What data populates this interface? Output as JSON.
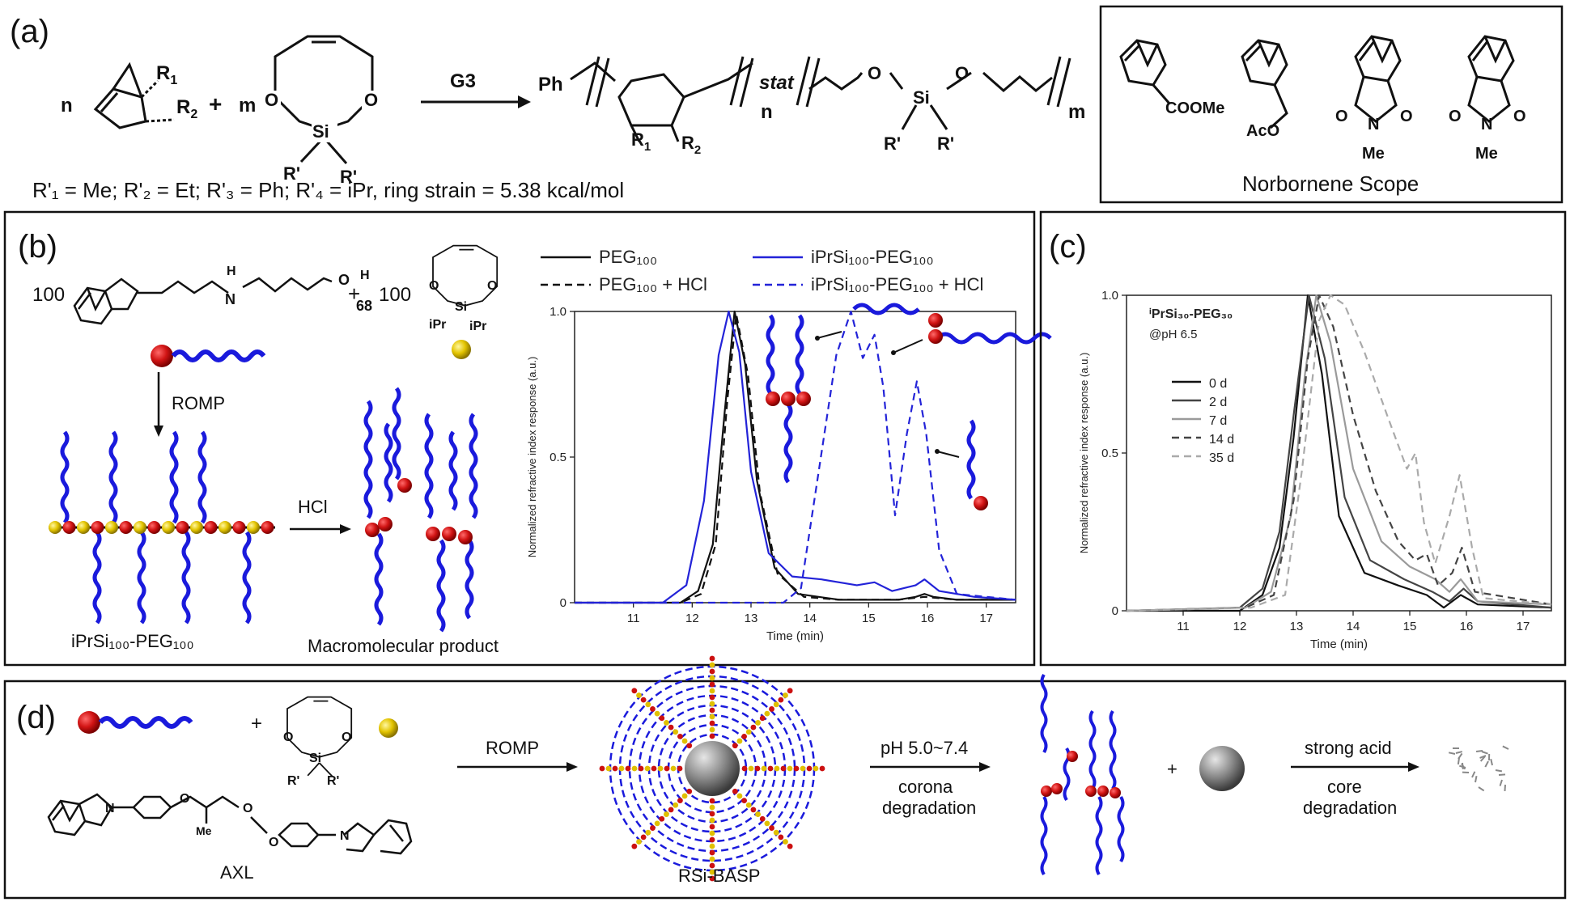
{
  "panels": {
    "a": {
      "label": "(a)",
      "n": "n",
      "m": "m",
      "catalyst": "G3",
      "r1": "R",
      "r1_sub": "1",
      "r2": "R",
      "r2_sub": "2",
      "rp": "R'",
      "si": "Si",
      "o": "O",
      "ph": "Ph",
      "stat": "stat",
      "n_sub": "n",
      "m_sub": "m",
      "footnote": "R'₁ = Me; R'₂ = Et; R'₃ = Ph; R'₄ = iPr, ring strain = 5.38 kcal/mol",
      "scope_title": "Norbornene Scope",
      "scope_labels": [
        "COOMe",
        "AcO",
        "O",
        "N",
        "O",
        "Me",
        "O",
        "N",
        "O",
        "Me"
      ]
    },
    "b": {
      "label": "(b)",
      "coef1": "100",
      "coef2": "100",
      "plus": "+",
      "peg_n": "68",
      "ipr": "iPr",
      "step1": "ROMP",
      "step2": "HCl",
      "polymer_label": "iPrSi₁₀₀-PEG₁₀₀",
      "product_label": "Macromolecular product"
    },
    "c": {
      "label": "(c)"
    },
    "d": {
      "label": "(d)",
      "plus": "+",
      "crosslinker": "AXL",
      "rp": "R'",
      "me": "Me",
      "step1": "ROMP",
      "particle": "RSi-BASP",
      "step2_top": "pH 5.0~7.4",
      "step2_bot1": "corona",
      "step2_bot2": "degradation",
      "step3_top": "strong acid",
      "step3_bot1": "core",
      "step3_bot2": "degradation"
    }
  },
  "colors": {
    "chain": "#1a1adc",
    "red_bead": "#cc1010",
    "yellow_bead": "#e0c000",
    "grey": "#777777"
  },
  "chart_data": [
    {
      "type": "line",
      "xlabel": "Time (min)",
      "ylabel": "Normalized refractive index response (a.u.)",
      "xlim": [
        10,
        17.5
      ],
      "ylim": [
        0,
        1.0
      ],
      "xticks": [
        11,
        12,
        13,
        14,
        15,
        16,
        17
      ],
      "yticks": [
        0,
        0.5,
        1.0
      ],
      "series": [
        {
          "name": "PEG₁₀₀",
          "color": "#111111",
          "dash": "solid",
          "x": [
            10,
            11.8,
            12.1,
            12.35,
            12.55,
            12.72,
            12.9,
            13.1,
            13.4,
            13.8,
            14.5,
            15.5,
            15.8,
            15.95,
            16.1,
            16.5,
            17.5
          ],
          "y": [
            0,
            0,
            0.04,
            0.2,
            0.65,
            1.0,
            0.82,
            0.42,
            0.12,
            0.03,
            0.01,
            0.01,
            0.02,
            0.03,
            0.02,
            0.01,
            0.01
          ]
        },
        {
          "name": "PEG₁₀₀ + HCl",
          "color": "#111111",
          "dash": "dash",
          "x": [
            10,
            11.8,
            12.15,
            12.4,
            12.6,
            12.75,
            12.95,
            13.15,
            13.45,
            13.9,
            14.5,
            15.5,
            15.95,
            16.5,
            17.5
          ],
          "y": [
            0,
            0,
            0.03,
            0.2,
            0.7,
            0.99,
            0.78,
            0.38,
            0.1,
            0.02,
            0.01,
            0.01,
            0.02,
            0.01,
            0.01
          ]
        },
        {
          "name": "iPrSi₁₀₀-PEG₁₀₀",
          "color": "#2323d8",
          "dash": "solid",
          "x": [
            10,
            11.5,
            11.9,
            12.2,
            12.45,
            12.62,
            12.8,
            13.0,
            13.3,
            13.7,
            14.2,
            14.8,
            15.1,
            15.4,
            15.8,
            15.95,
            16.2,
            16.8,
            17.5
          ],
          "y": [
            0,
            0,
            0.06,
            0.35,
            0.85,
            1.0,
            0.86,
            0.45,
            0.17,
            0.09,
            0.08,
            0.06,
            0.07,
            0.04,
            0.06,
            0.08,
            0.04,
            0.02,
            0.01
          ]
        },
        {
          "name": "iPrSi₁₀₀-PEG₁₀₀ + HCl",
          "color": "#2323d8",
          "dash": "dash",
          "x": [
            10,
            13.55,
            13.85,
            14.15,
            14.45,
            14.7,
            14.9,
            15.1,
            15.25,
            15.45,
            15.65,
            15.82,
            15.98,
            16.2,
            16.5,
            17.5
          ],
          "y": [
            0,
            0,
            0.05,
            0.45,
            0.85,
            1.0,
            0.84,
            0.92,
            0.74,
            0.3,
            0.58,
            0.76,
            0.58,
            0.18,
            0.03,
            0.01
          ]
        }
      ]
    },
    {
      "type": "line",
      "xlabel": "Time (min)",
      "ylabel": "Normalized refractive index response (a.u.)",
      "xlim": [
        10,
        17.5
      ],
      "ylim": [
        0,
        1.0
      ],
      "xticks": [
        11,
        12,
        13,
        14,
        15,
        16,
        17
      ],
      "yticks": [
        0,
        0.5,
        1.0
      ],
      "legend_title": "ⁱPrSi₃₀-PEG₃₀",
      "legend_subtitle": "@pH 6.5",
      "series": [
        {
          "name": "0 d",
          "color": "#111111",
          "dash": "solid",
          "x": [
            10,
            12.0,
            12.4,
            12.7,
            12.95,
            13.2,
            13.45,
            13.75,
            14.2,
            14.8,
            15.3,
            15.6,
            15.9,
            16.2,
            17.5
          ],
          "y": [
            0,
            0,
            0.05,
            0.2,
            0.55,
            1.0,
            0.75,
            0.3,
            0.12,
            0.08,
            0.05,
            0.01,
            0.05,
            0.02,
            0.01
          ]
        },
        {
          "name": "2 d",
          "color": "#444444",
          "dash": "solid",
          "x": [
            10,
            12.0,
            12.4,
            12.7,
            12.95,
            13.22,
            13.5,
            13.85,
            14.3,
            14.9,
            15.4,
            15.7,
            15.95,
            16.2,
            17.5
          ],
          "y": [
            0,
            0.01,
            0.07,
            0.25,
            0.62,
            1.0,
            0.8,
            0.36,
            0.16,
            0.1,
            0.06,
            0.03,
            0.07,
            0.03,
            0.01
          ]
        },
        {
          "name": "7 d",
          "color": "#9a9a9a",
          "dash": "solid",
          "x": [
            10,
            12.1,
            12.55,
            12.9,
            13.15,
            13.35,
            13.6,
            14.0,
            14.5,
            15.0,
            15.45,
            15.7,
            15.9,
            16.2,
            17.5
          ],
          "y": [
            0,
            0.01,
            0.06,
            0.3,
            0.75,
            1.0,
            0.85,
            0.45,
            0.22,
            0.14,
            0.1,
            0.06,
            0.1,
            0.03,
            0.02
          ]
        },
        {
          "name": "14 d",
          "color": "#444444",
          "dash": "dash",
          "x": [
            10,
            12.1,
            12.6,
            12.95,
            13.2,
            13.4,
            13.65,
            14.0,
            14.4,
            14.8,
            15.1,
            15.3,
            15.5,
            15.75,
            15.92,
            16.15,
            17.5
          ],
          "y": [
            0,
            0.01,
            0.05,
            0.35,
            0.8,
            1.0,
            0.9,
            0.62,
            0.38,
            0.22,
            0.16,
            0.18,
            0.08,
            0.12,
            0.2,
            0.06,
            0.02
          ]
        },
        {
          "name": "35 d",
          "color": "#aaaaaa",
          "dash": "dash",
          "x": [
            10,
            12.2,
            12.8,
            13.1,
            13.4,
            13.6,
            13.85,
            14.2,
            14.6,
            14.95,
            15.1,
            15.25,
            15.45,
            15.7,
            15.88,
            16.1,
            16.3,
            17.5
          ],
          "y": [
            0,
            0.01,
            0.05,
            0.45,
            0.92,
            1.0,
            0.97,
            0.82,
            0.62,
            0.45,
            0.5,
            0.28,
            0.15,
            0.3,
            0.43,
            0.2,
            0.04,
            0.02
          ]
        }
      ]
    }
  ]
}
